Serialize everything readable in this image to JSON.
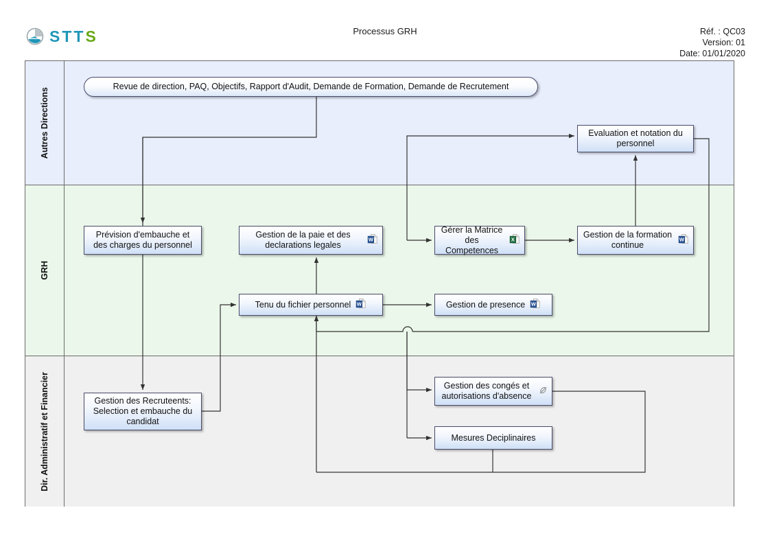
{
  "header": {
    "logo_name": "stts-logo",
    "logo_letters": [
      "S",
      "T",
      "T",
      "S"
    ],
    "title": "Processus GRH",
    "ref": "Réf. : QC03",
    "version": "Version: 01",
    "date": "Date: 01/01/2020"
  },
  "colors": {
    "lane_autres_directions": "#e8eefc",
    "lane_grh": "#ebf7ea",
    "lane_daf": "#f0f0f0",
    "node_border": "#4a4a6a",
    "connector": "#333333",
    "logo_teal": "#2196b8",
    "logo_green": "#6aa818",
    "word_icon": "#2b579a",
    "excel_icon": "#217346"
  },
  "lanes": [
    {
      "id": "autres-directions",
      "label": "Autres Directions"
    },
    {
      "id": "grh",
      "label": "GRH"
    },
    {
      "id": "dir-administratif-financier",
      "label": "Dir. Administratif et Financier"
    }
  ],
  "nodes": {
    "input": {
      "label": "Revue de direction, PAQ, Objectifs, Rapport d'Audit, Demande de Formation, Demande de Recrutement",
      "shape": "rounded",
      "lane": "autres-directions",
      "icon": null
    },
    "evaluation": {
      "label": "Evaluation et notation du personnel",
      "shape": "rect",
      "lane": "autres-directions",
      "icon": null
    },
    "prevision": {
      "label": "Prévision d'embauche et des charges du personnel",
      "shape": "rect",
      "lane": "grh",
      "icon": null
    },
    "paie": {
      "label": "Gestion de la paie et des declarations legales",
      "shape": "rect",
      "lane": "grh",
      "icon": "word-document-icon"
    },
    "matrice": {
      "label": "Gérer la Matrice des Competences",
      "shape": "rect",
      "lane": "grh",
      "icon": "excel-document-icon"
    },
    "formation": {
      "label": "Gestion de la formation continue",
      "shape": "rect",
      "lane": "grh",
      "icon": "word-document-icon"
    },
    "tenu": {
      "label": "Tenu du fichier personnel",
      "shape": "rect",
      "lane": "grh",
      "icon": "word-document-icon"
    },
    "presence": {
      "label": "Gestion de presence",
      "shape": "rect",
      "lane": "grh",
      "icon": "word-document-icon"
    },
    "recrutement": {
      "label": "Gestion des Recruteents: Selection et embauche du candidat",
      "shape": "rect",
      "lane": "dir-administratif-financier",
      "icon": null
    },
    "conges": {
      "label": "Gestion des congés et autorisations d'absence",
      "shape": "rect",
      "lane": "dir-administratif-financier",
      "icon": "attachment-pen-icon"
    },
    "mesures": {
      "label": "Mesures Deciplinaires",
      "shape": "rect",
      "lane": "dir-administratif-financier",
      "icon": null
    }
  },
  "flows": [
    {
      "from": "input",
      "to": "prevision"
    },
    {
      "from": "input",
      "to": "evaluation"
    },
    {
      "from": "input",
      "to": "matrice"
    },
    {
      "from": "input",
      "to": "recrutement"
    },
    {
      "from": "recrutement",
      "to": "tenu"
    },
    {
      "from": "tenu",
      "to": "paie"
    },
    {
      "from": "tenu",
      "to": "presence"
    },
    {
      "from": "matrice",
      "to": "formation"
    },
    {
      "from": "formation",
      "to": "evaluation"
    },
    {
      "from": "evaluation",
      "to": "tenu"
    },
    {
      "from": "input",
      "to": "conges"
    },
    {
      "from": "input",
      "to": "mesures"
    },
    {
      "from": "conges",
      "to": "tenu"
    },
    {
      "from": "mesures",
      "to": "tenu"
    }
  ]
}
